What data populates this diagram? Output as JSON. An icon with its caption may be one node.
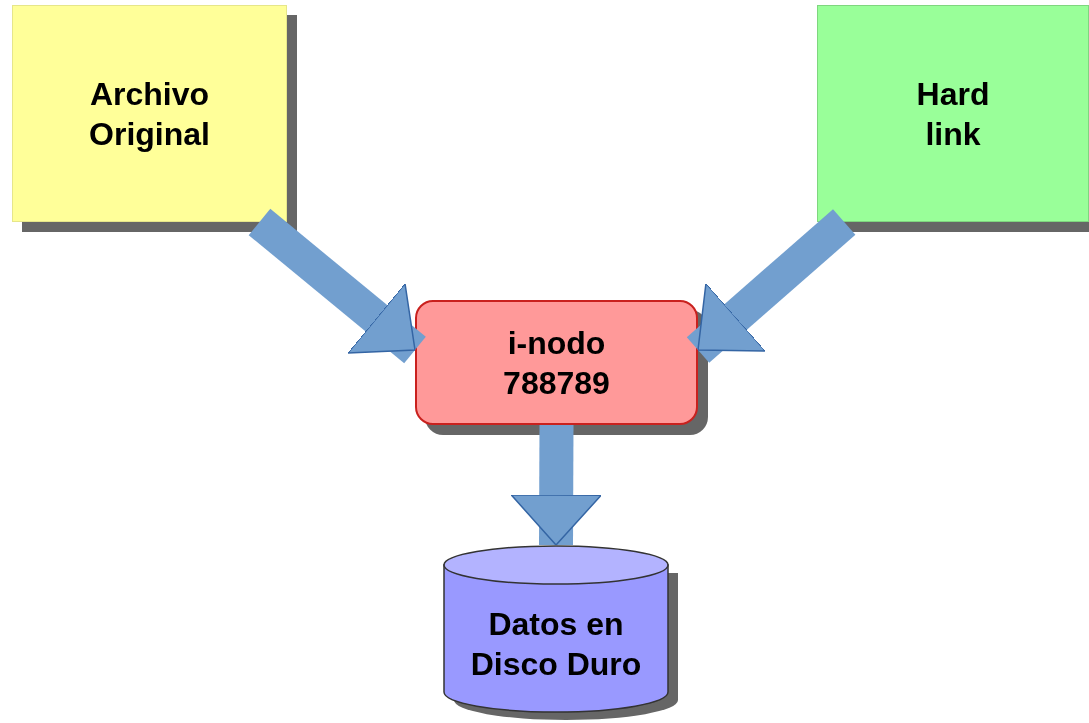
{
  "diagram": {
    "nodes": [
      {
        "text": [
          "Archivo Original"
        ]
      },
      {
        "text": [
          "Hard link"
        ]
      },
      {
        "text": [
          "i-nodo 788789"
        ]
      },
      {
        "text": [
          "Datos en Disco Duro"
        ]
      }
    ],
    "edges": [
      {
        "from": 0,
        "to": 2,
        "arrow": "to"
      },
      {
        "from": 1,
        "to": 2,
        "arrow": "to"
      },
      {
        "from": 2,
        "to": 3,
        "arrow": "to"
      }
    ]
  }
}
